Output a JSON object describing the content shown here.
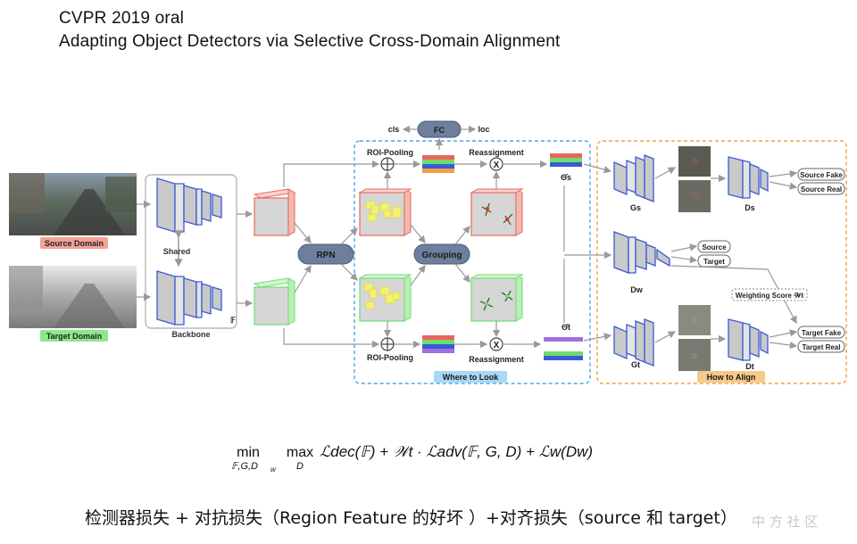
{
  "title": {
    "line1": "CVPR 2019 oral",
    "line2": "Adapting Object Detectors via Selective Cross-Domain Alignment"
  },
  "figure": {
    "source_domain": "Source Domain",
    "target_domain": "Target Domain",
    "shared": "Shared",
    "backbone": "Backbone",
    "F": "𝔽",
    "rpn": "RPN",
    "grouping": "Grouping",
    "fc": "FC",
    "cls": "cls",
    "loc": "loc",
    "roi_pooling_top": "ROI-Pooling",
    "roi_pooling_bottom": "ROI-Pooling",
    "reassignment_top": "Reassignment",
    "reassignment_bottom": "Reassignment",
    "theta_s": "Θ̂s",
    "theta_t": "Θ̂t",
    "where_to_look": "Where to Look",
    "how_to_align": "How to Align",
    "Gs": "Gs",
    "Ds": "Ds",
    "Dw": "Dw",
    "Gt": "Gt",
    "Dt": "Dt",
    "source_fake": "Source Fake",
    "source_real": "Source Real",
    "source": "Source",
    "target": "Target",
    "weighting_score": "Weighting Score 𝒲t",
    "target_fake": "Target Fake",
    "target_real": "Target Real"
  },
  "formula": {
    "min": "min",
    "min_sub": "𝔽,G,D",
    "min_sub_w": "w",
    "max": "max",
    "max_sub": "D",
    "expr": "ℒdec(𝔽) + 𝒲t · ℒadv(𝔽, G, D) + ℒw(Dw)"
  },
  "caption": "检测器损失 + 对抗损失（Region Feature 的好坏 ）+对齐损失（source 和 target）",
  "watermark": "中 方 社 区",
  "colors": {
    "source_red": "#e8675a",
    "target_green": "#6fdc6f",
    "blue_box": "#3a5bd6",
    "where_border": "#4aa8e0",
    "how_border": "#f0a040"
  }
}
